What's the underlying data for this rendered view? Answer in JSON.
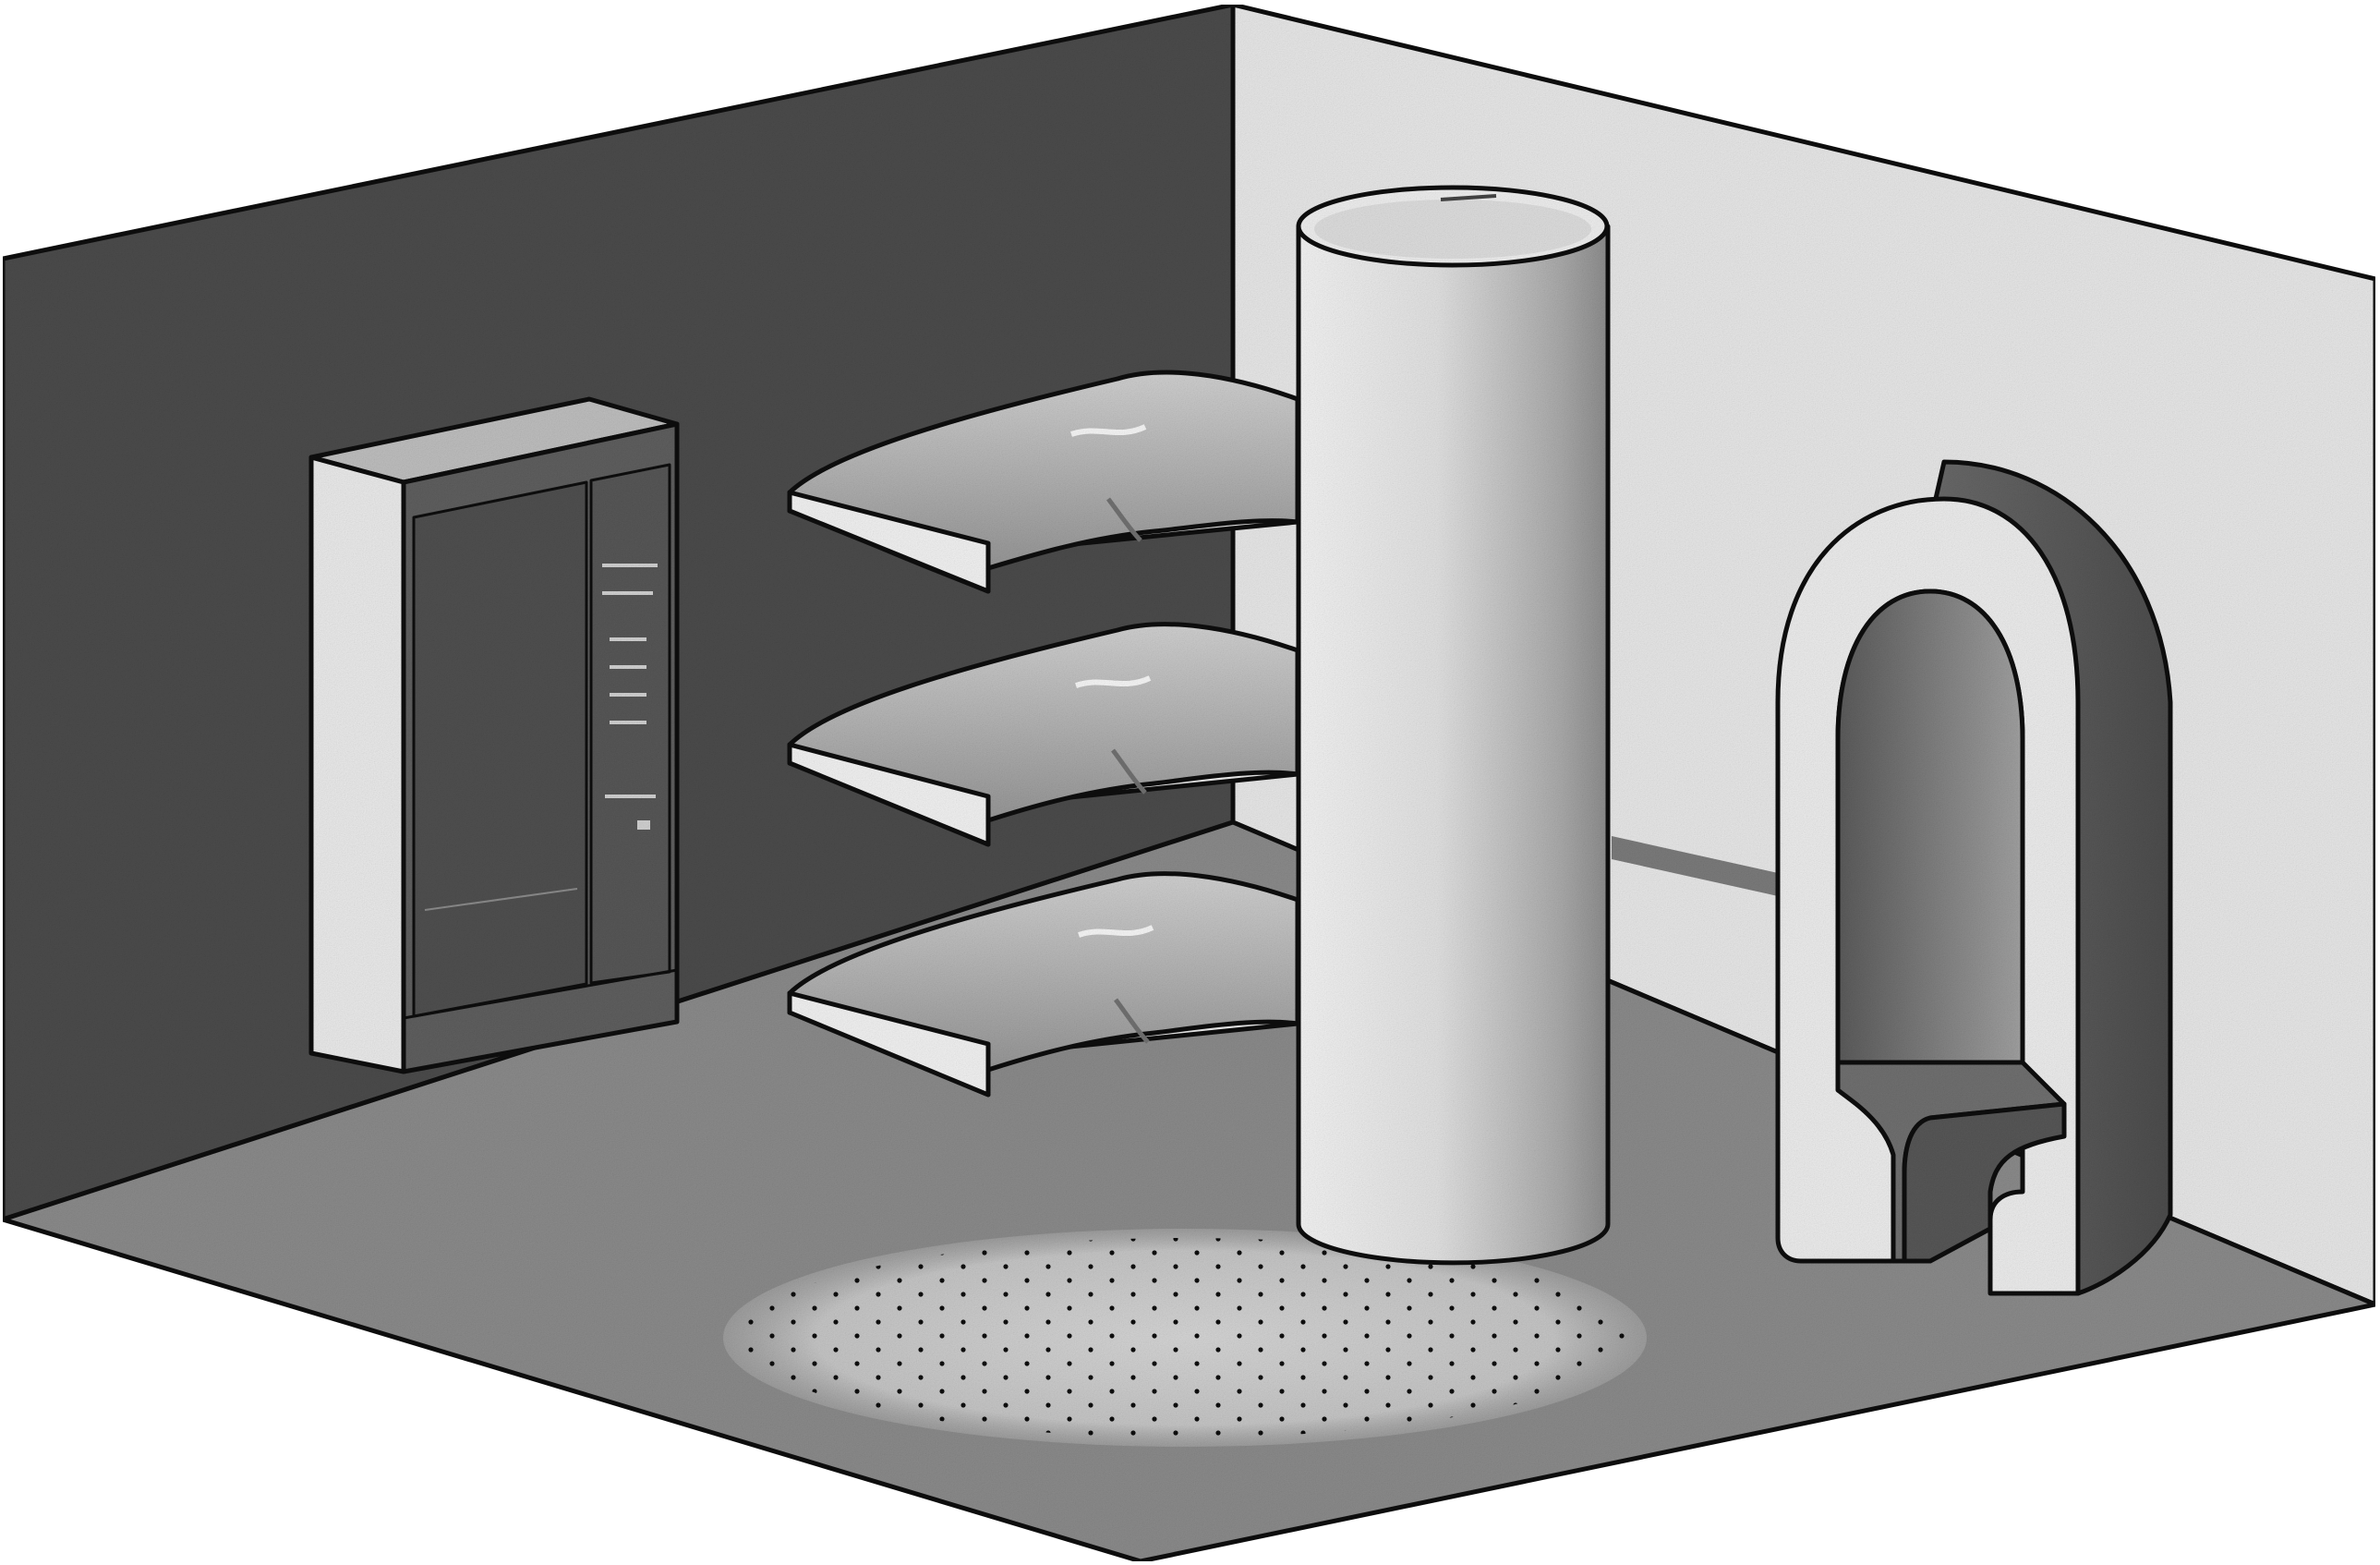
{
  "colors": {
    "back_wall": "#4b4b4b",
    "right_wall": "#e6e6e6",
    "floor": "#8a8a8a",
    "ink": "#111111",
    "light_face": "#e9e9e9",
    "mid_face": "#bdbdbd",
    "dark_face": "#555555",
    "rug": "#c8c8c8"
  },
  "objects": [
    "wall-cabinet",
    "bunk-bed-top",
    "bunk-bed-middle",
    "bunk-bed-bottom",
    "cylindrical-column",
    "arched-seat-alcove",
    "round-dotted-rug"
  ]
}
